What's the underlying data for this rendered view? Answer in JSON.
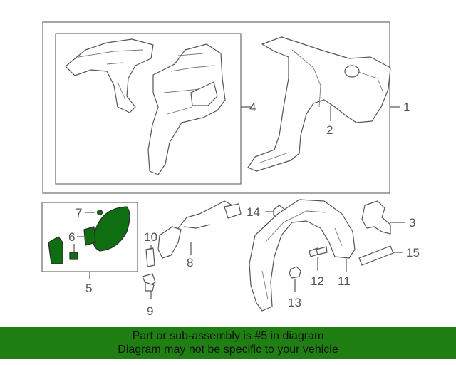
{
  "diagram": {
    "callouts": {
      "c1": "1",
      "c2": "2",
      "c3": "3",
      "c4": "4",
      "c5": "5",
      "c6": "6",
      "c7": "7",
      "c8": "8",
      "c9": "9",
      "c10": "10",
      "c11": "11",
      "c12": "12",
      "c13": "13",
      "c14": "14",
      "c15": "15"
    },
    "highlight_color": "#0f6e12"
  },
  "banner": {
    "line1": "Part or sub-assembly is #5 in diagram",
    "line2": "Diagram may not be specific to your vehicle",
    "color": "#1f7f12"
  }
}
